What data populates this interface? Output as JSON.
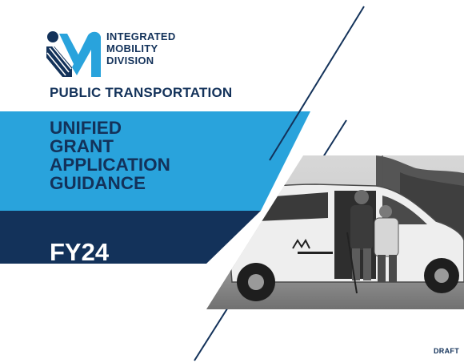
{
  "organization": {
    "name_lines": [
      "INTEGRATED",
      "MOBILITY",
      "DIVISION"
    ],
    "logo_icon": "im-logo-icon",
    "colors": {
      "navy": "#13325a",
      "blue": "#29a3dc"
    }
  },
  "section_title": "PUBLIC TRANSPORTATION",
  "document": {
    "title_lines": [
      "UNIFIED",
      "GRANT",
      "APPLICATION",
      "GUIDANCE"
    ],
    "fiscal_year": "FY24",
    "status": "DRAFT"
  },
  "photo": {
    "icon": "accessible-van-photo"
  }
}
